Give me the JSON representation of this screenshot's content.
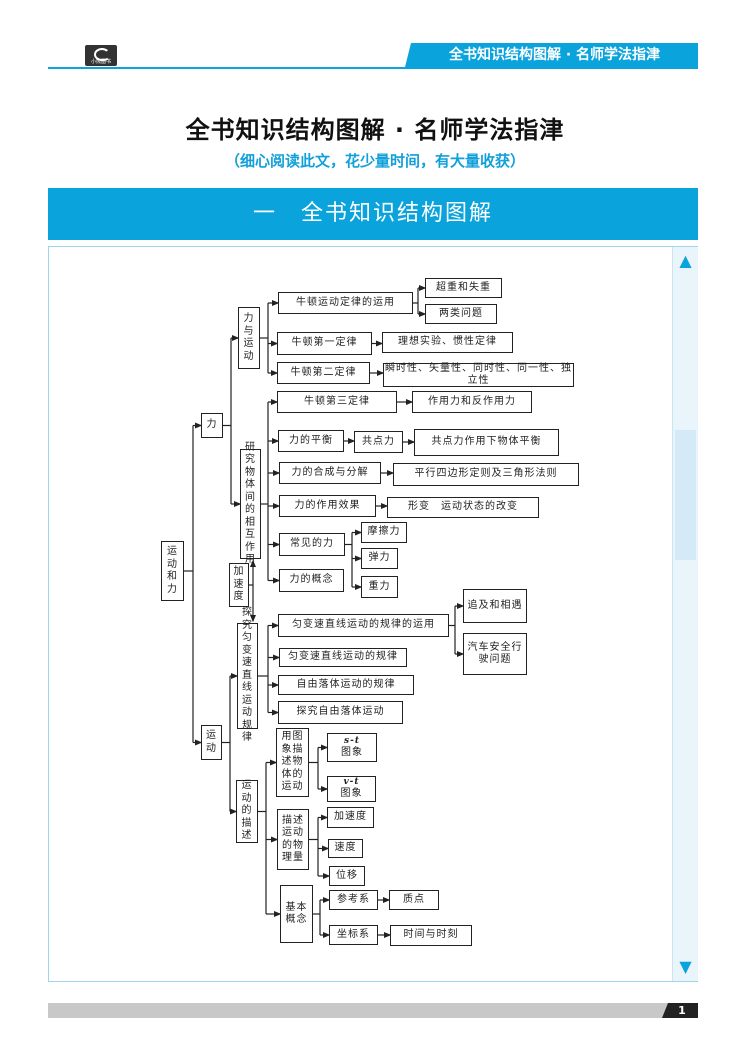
{
  "header": {
    "logo_text": "小熊图书",
    "tab_title": "全书知识结构图解 · 名师学法指津"
  },
  "title": "全书知识结构图解 · 名师学法指津",
  "subtitle": "（细心阅读此文，花少量时间，有大量收获）",
  "banner": "一　全书知识结构图解",
  "scrollbar": {
    "up_icon": "▲",
    "down_icon": "▼"
  },
  "diagram": {
    "root": "运动和力",
    "li": "力",
    "liyuyundong": "力与运动",
    "nd_yunyong": "牛顿运动定律的运用",
    "chaozhong": "超重和失重",
    "lianglei": "两类问题",
    "nd1": "牛顿第一定律",
    "lixiang": "理想实验、惯性定律",
    "nd2": "牛顿第二定律",
    "shunshi": "瞬时性、矢量性、同时性、同一性、独立性",
    "yanjiu": "研究物体间的相互作用",
    "nd3": "牛顿第三定律",
    "zuoyongli": "作用力和反作用力",
    "pingheng": "力的平衡",
    "gongdianli": "共点力",
    "gongdian_pingheng": "共点力作用下物体平衡",
    "hecheng": "力的合成与分解",
    "pingxing": "平行四边形定则及三角形法则",
    "xiaoguo": "力的作用效果",
    "xingbian": "形变　运动状态的改变",
    "changjian": "常见的力",
    "mocali": "摩擦力",
    "tanli": "弹力",
    "zhongli": "重力",
    "gainian": "力的概念",
    "jiasudu_link": "加速度",
    "yundong": "运动",
    "tanjiu": "探究匀变速直线运动规律",
    "yb_yunyong": "匀变速直线运动的规律的运用",
    "zhuiji": "追及和相遇",
    "qiche": "汽车安全行驶问题",
    "yb_guilv": "匀变速直线运动的规律",
    "ziyou_guilv": "自由落体运动的规律",
    "tanjiu_ziyou": "探究自由落体运动",
    "miaoshu": "运动的描述",
    "tuxiang": "用图象描述物体的运动",
    "st": {
      "sym": "s-t",
      "label": "图象"
    },
    "vt": {
      "sym": "v-t",
      "label": "图象"
    },
    "wuliliang": "描述运动的物理量",
    "jiasudu": "加速度",
    "sudu": "速度",
    "weiyi": "位移",
    "jiben": "基本概念",
    "cankaoxi": "参考系",
    "zhidian": "质点",
    "zuobiaoxi": "坐标系",
    "shijian": "时间与时刻"
  },
  "footer": {
    "page": "1"
  }
}
